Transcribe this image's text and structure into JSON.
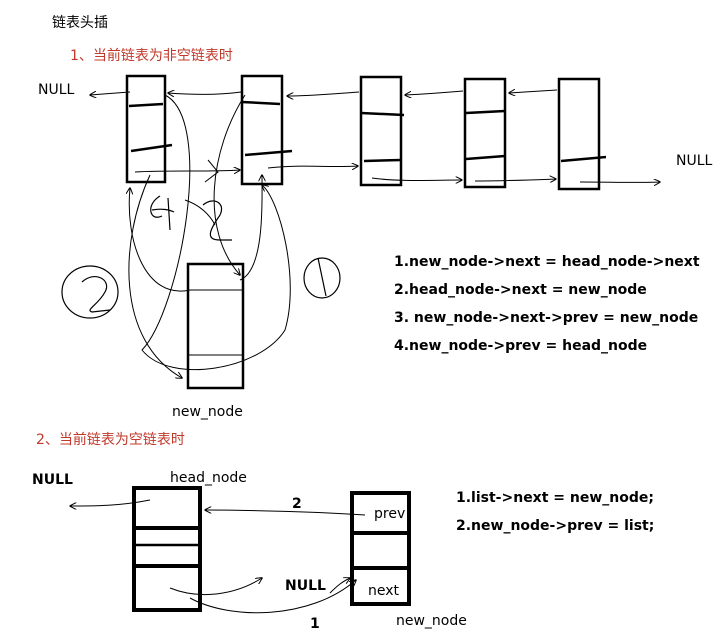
{
  "page": {
    "title": "链表头插"
  },
  "case1": {
    "heading": "1、当前链表为非空链表时",
    "null_left": "NULL",
    "null_right": "NULL",
    "new_node_label": "new_node",
    "steps": [
      "1.new_node->next = head_node->next",
      "2.head_node->next = new_node",
      "3. new_node->next->prev = new_node",
      "4.new_node->prev = head_node"
    ]
  },
  "case2": {
    "heading": "2、当前链表为空链表时",
    "null_left": "NULL",
    "head_node_label": "head_node",
    "new_node_label": "new_node",
    "prev_label": "prev",
    "next_label": "next",
    "null_mid": "NULL",
    "step_number_top": "2",
    "step_number_bottom": "1",
    "steps": [
      "1.list->next = new_node;",
      "2.new_node->prev = list;"
    ]
  }
}
